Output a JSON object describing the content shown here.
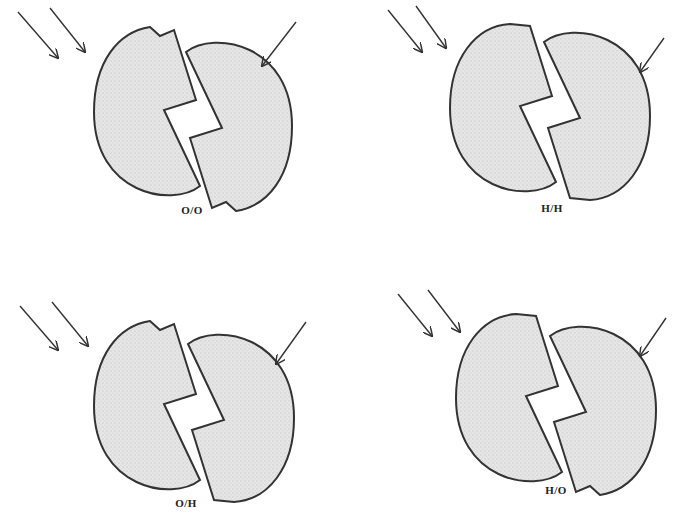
{
  "diagram": {
    "labels": [
      "O/O",
      "H/H",
      "O/H",
      "H/O"
    ]
  }
}
